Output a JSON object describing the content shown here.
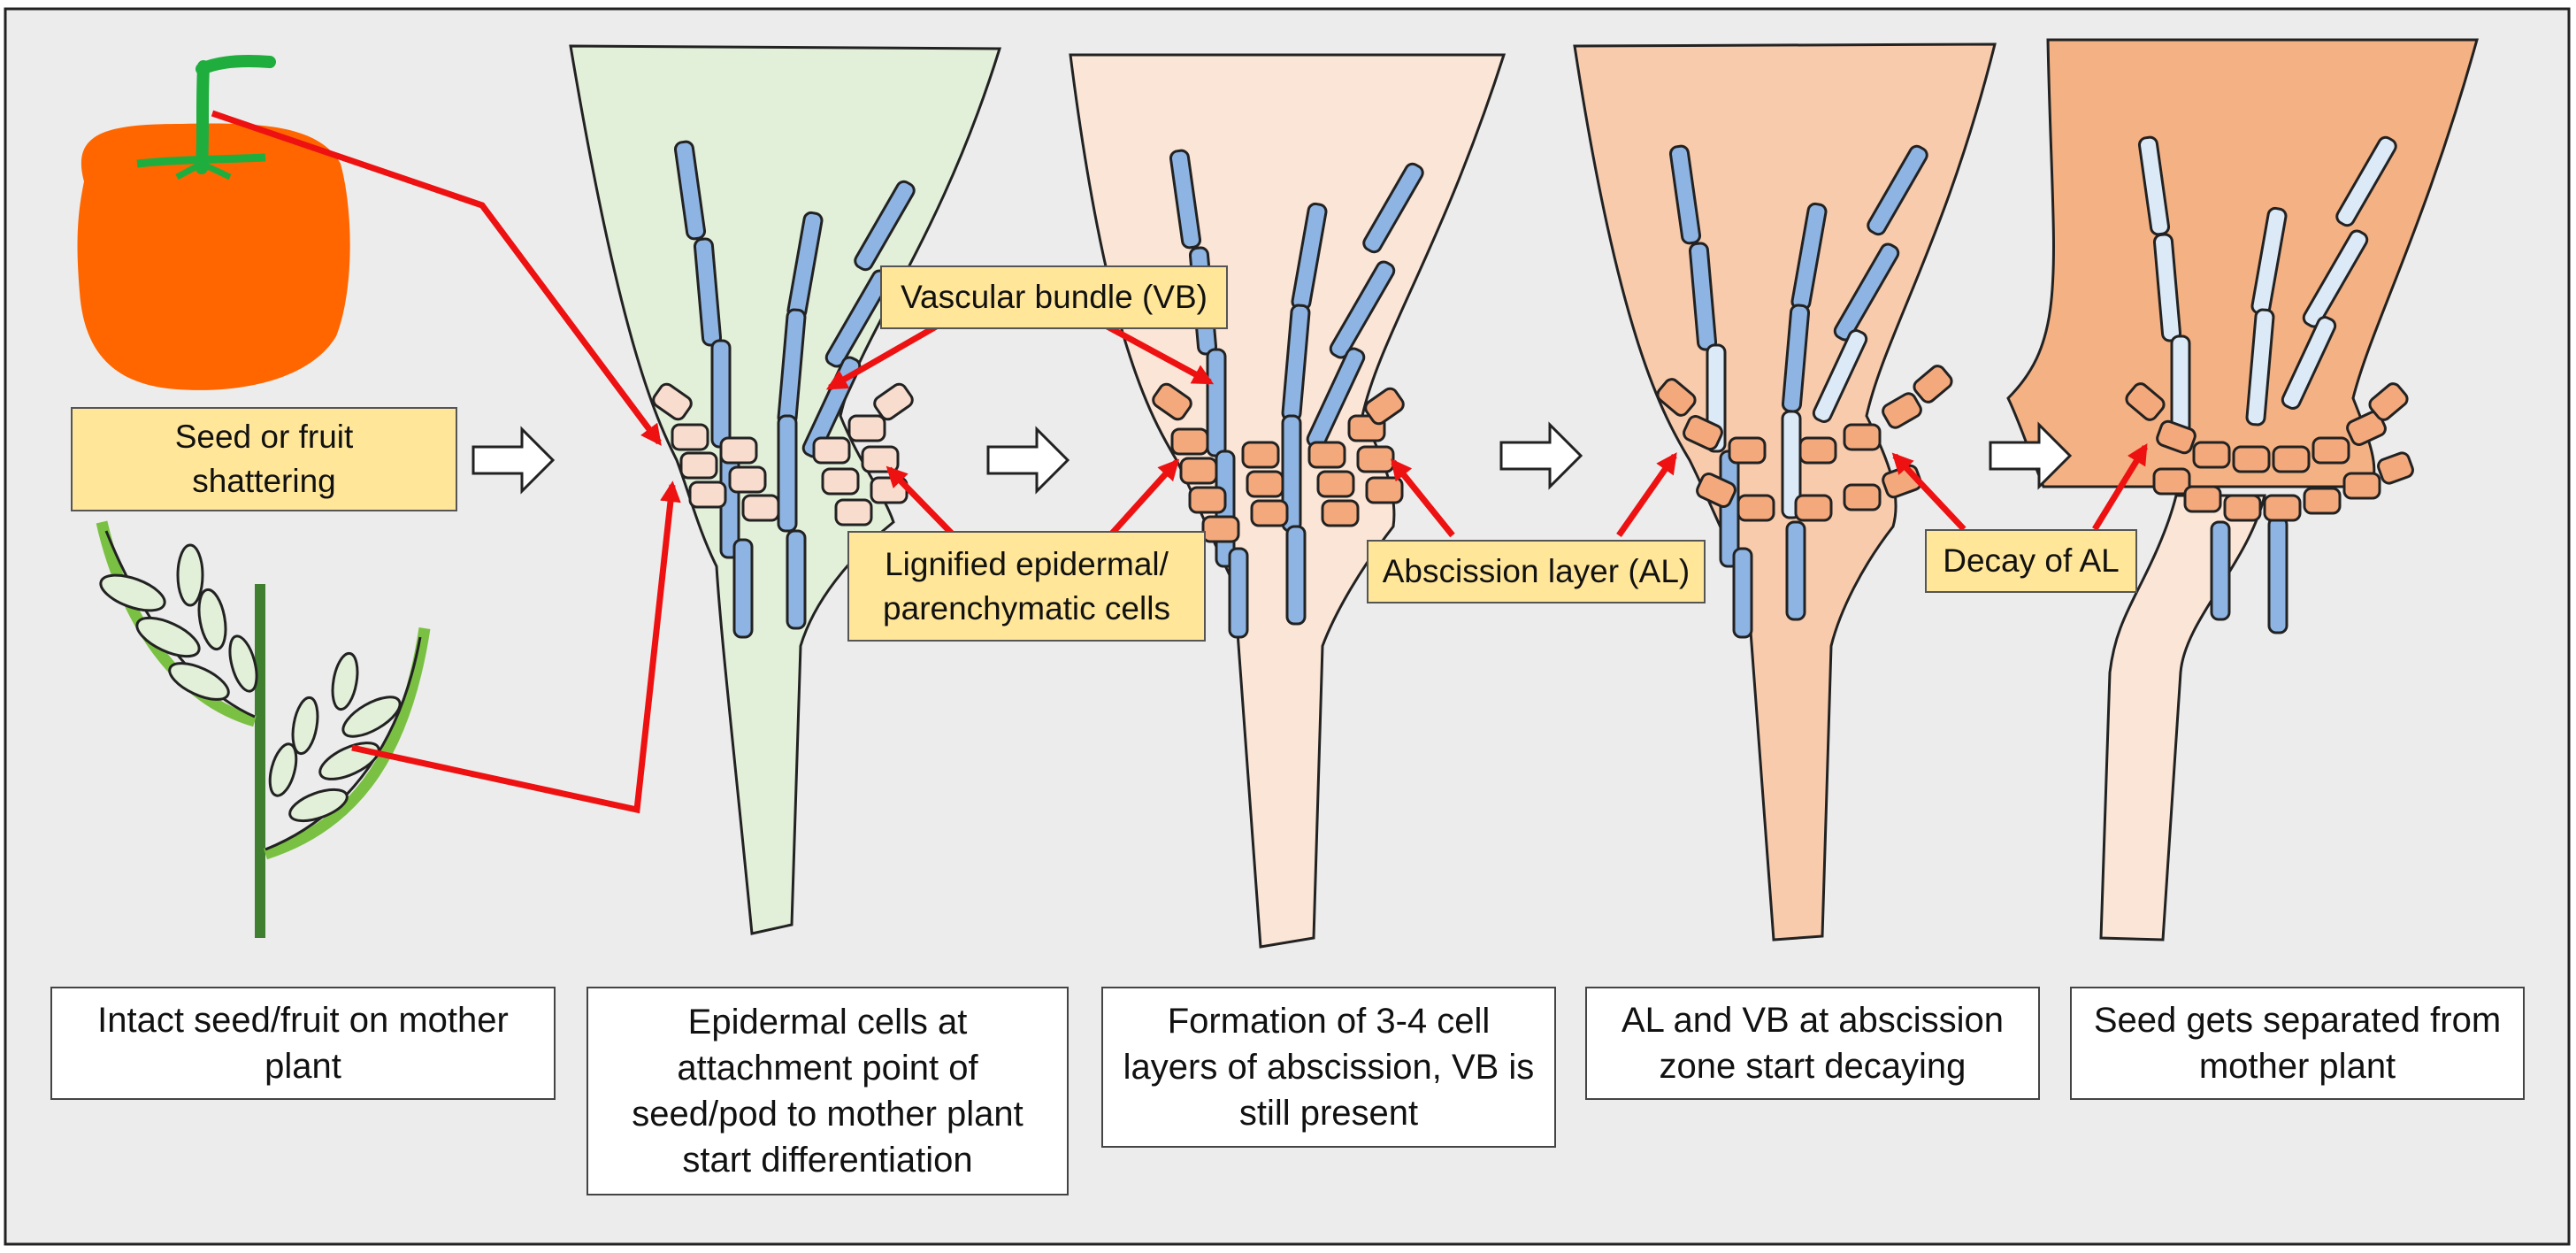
{
  "labels": {
    "vascular_bundle": "Vascular bundle (VB)",
    "seed_or_fruit": "Seed or fruit\nshattering",
    "lignified": "Lignified epidermal/\nparenchymatic cells",
    "abscission_layer": "Abscission layer (AL)",
    "decay": "Decay of AL"
  },
  "captions": [
    "Intact seed/fruit on mother\nplant",
    "Epidermal cells at\nattachment point of\nseed/pod to mother plant\nstart differentiation",
    "Formation of 3-4 cell\nlayers of abscission, VB is\nstill present",
    "AL and VB at abscission\nzone start decaying",
    "Seed gets separated from\nmother plant"
  ],
  "colors": {
    "background": "#ececec",
    "label_fill": "#ffe699",
    "tomato": "#ff6600",
    "stalk_green": "#1fae3d",
    "vascular": "#8db4e2",
    "vascular_pale": "#dce9f7",
    "epidermal": "#f8dccd",
    "abscission": "#f4a97c",
    "arrow": "#ee1111",
    "stage1": "#e2efd9",
    "stage2": "#fbe5d6",
    "stage3": "#f8cbad",
    "stage4": "#f4b183"
  },
  "icons": [
    "tomato-icon",
    "grain-spike-icon",
    "process-arrow-icon",
    "pointer-arrow-icon"
  ]
}
